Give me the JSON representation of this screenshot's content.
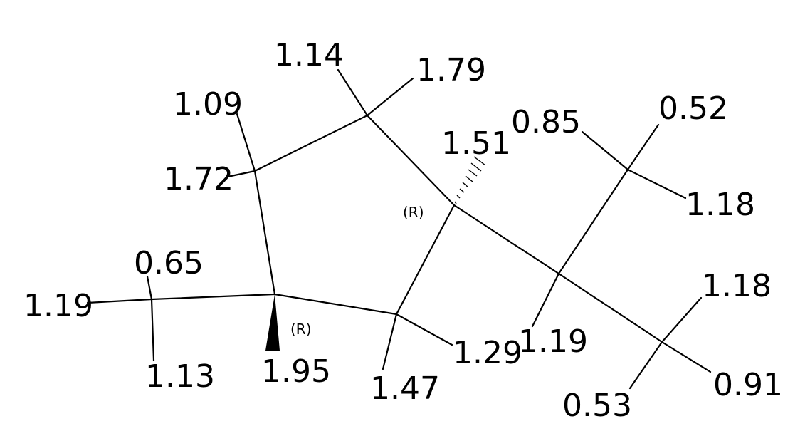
{
  "molecule": {
    "atom_labels": [
      "1.14",
      "1.79",
      "1.09",
      "1.72",
      "0.85",
      "0.52",
      "1.51",
      "1.18",
      "0.65",
      "1.18",
      "1.19",
      "1.19",
      "1.29",
      "1.95",
      "1.13",
      "1.47",
      "0.91",
      "0.53"
    ],
    "stereo_labels": [
      "(R)",
      "(R)"
    ]
  }
}
